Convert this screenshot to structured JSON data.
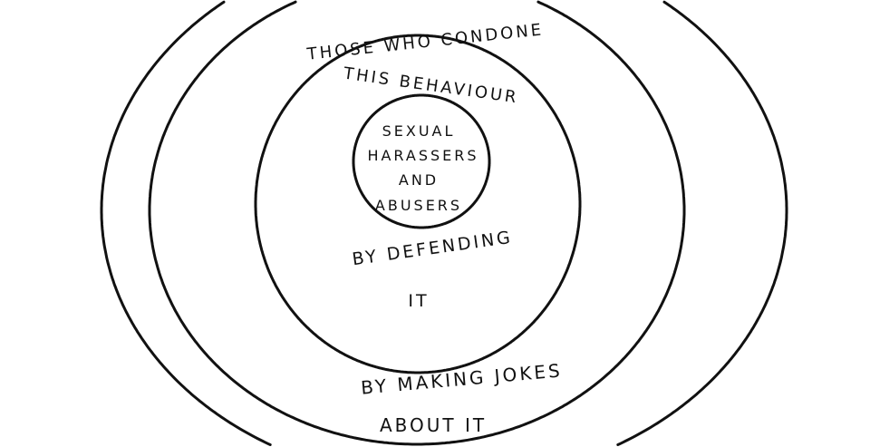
{
  "diagram": {
    "center": {
      "lines": [
        "SEXUAL",
        "HARASSERS",
        "AND",
        "ABUSERS"
      ]
    },
    "ring1": {
      "lines": [
        "THOSE WHO CONDONE",
        "THIS BEHAVIOUR"
      ],
      "bottom_lines": [
        "BY DEFENDING",
        "IT"
      ]
    },
    "ring2": {
      "bottom_lines": [
        "BY MAKING JOKES",
        "ABOUT IT"
      ]
    }
  }
}
